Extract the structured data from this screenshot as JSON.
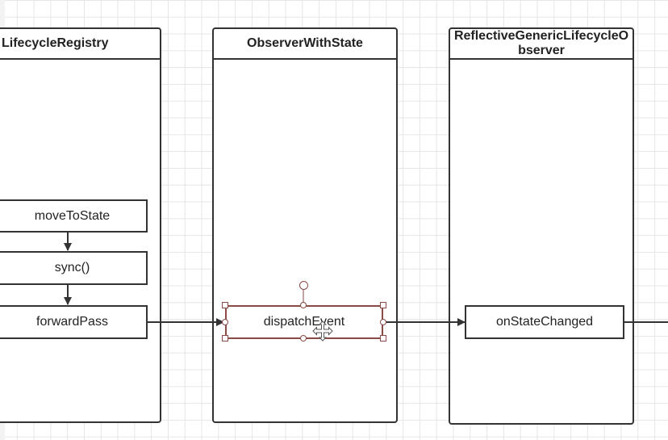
{
  "lanes": {
    "lifecycle_registry": {
      "title": "LifecycleRegistry"
    },
    "observer_with_state": {
      "title": "ObserverWithState"
    },
    "reflective_observer": {
      "title": "ReflectiveGenericLifecycleObserver"
    }
  },
  "nodes": {
    "move_to_state": "moveToState",
    "sync": "sync()",
    "forward_pass": "forwardPass",
    "dispatch_event": "dispatchEvent",
    "on_state_changed": "onStateChanged"
  },
  "colors": {
    "stroke": "#333333",
    "selection": "#8a4a46",
    "grid": "#e6e6e6"
  },
  "icons": {
    "cursor": "move-cursor-icon"
  }
}
